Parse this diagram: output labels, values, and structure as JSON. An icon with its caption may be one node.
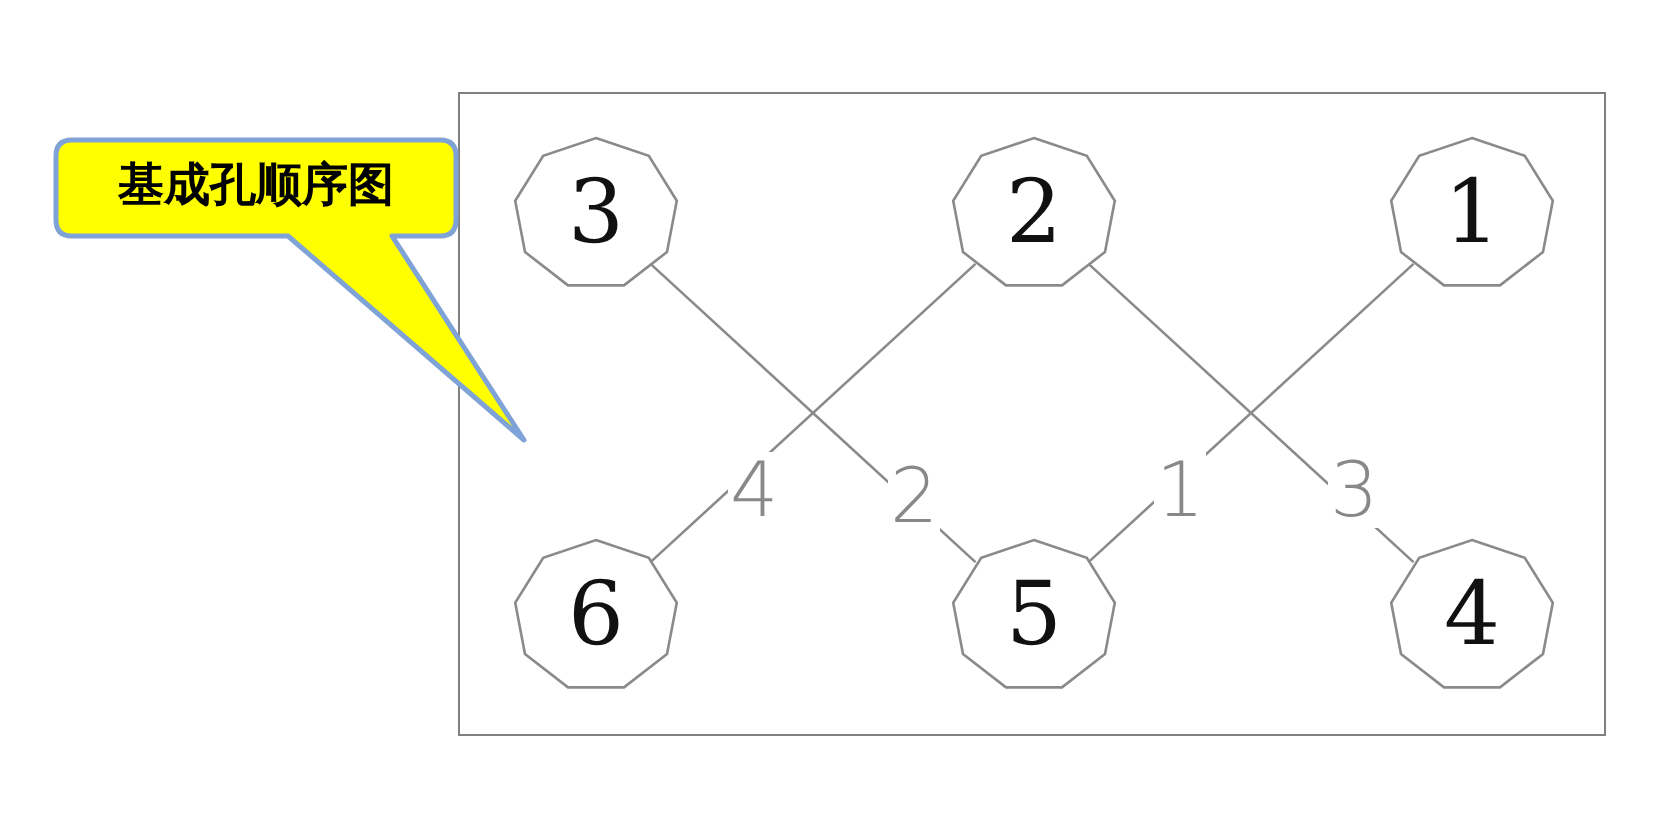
{
  "diagram": {
    "nodes": [
      {
        "text": [],
        "shape": "box"
      },
      {
        "text": [
          "基成孔顺序图"
        ]
      },
      {
        "text": [
          "3"
        ],
        "in": 0
      },
      {
        "text": [
          "2"
        ],
        "in": 0
      },
      {
        "text": [
          "1"
        ],
        "in": 0
      },
      {
        "text": [
          "6"
        ],
        "in": 0
      },
      {
        "text": [
          "5"
        ],
        "in": 0
      },
      {
        "text": [
          "4"
        ],
        "in": 0
      }
    ],
    "edges": [
      {
        "from": 5,
        "to": 3,
        "arrow": "none",
        "label": "4"
      },
      {
        "from": 2,
        "to": 6,
        "arrow": "none",
        "label": "2"
      },
      {
        "from": 6,
        "to": 4,
        "arrow": "none",
        "label": "1"
      },
      {
        "from": 3,
        "to": 7,
        "arrow": "none",
        "label": "3"
      }
    ]
  }
}
